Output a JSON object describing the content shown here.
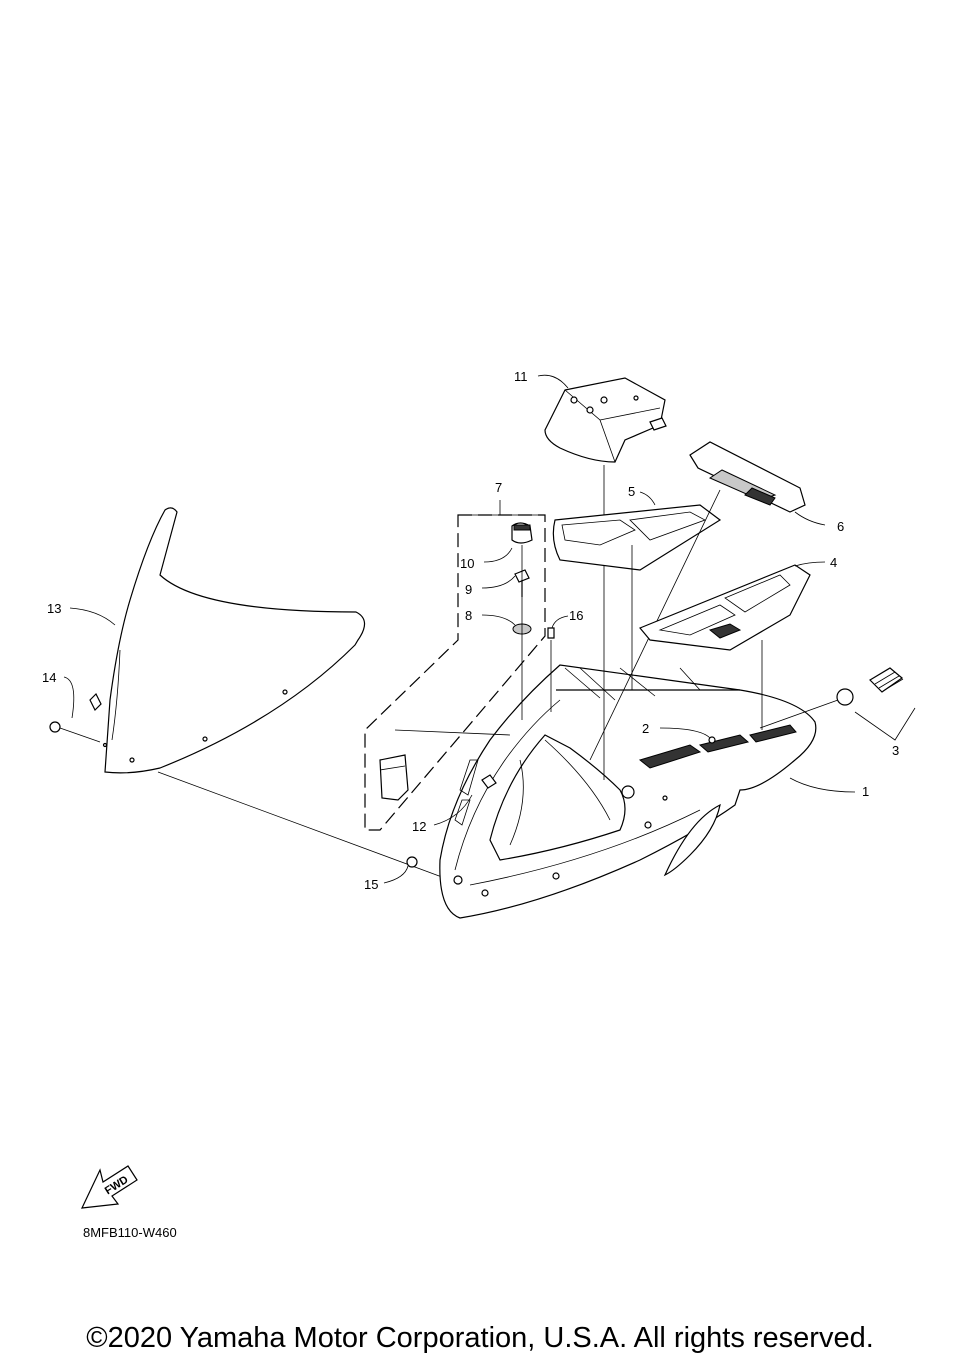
{
  "labels": {
    "p1": "1",
    "p2": "2",
    "p3": "3",
    "p4": "4",
    "p5": "5",
    "p6": "6",
    "p7": "7",
    "p8": "8",
    "p9": "9",
    "p10": "10",
    "p11": "11",
    "p12": "12",
    "p13": "13",
    "p14": "14",
    "p15": "15",
    "p16": "16"
  },
  "fwd_label": "FWD",
  "diagram_code": "8MFB110-W460",
  "copyright": "©2020 Yamaha Motor Corporation, U.S.A. All rights reserved."
}
